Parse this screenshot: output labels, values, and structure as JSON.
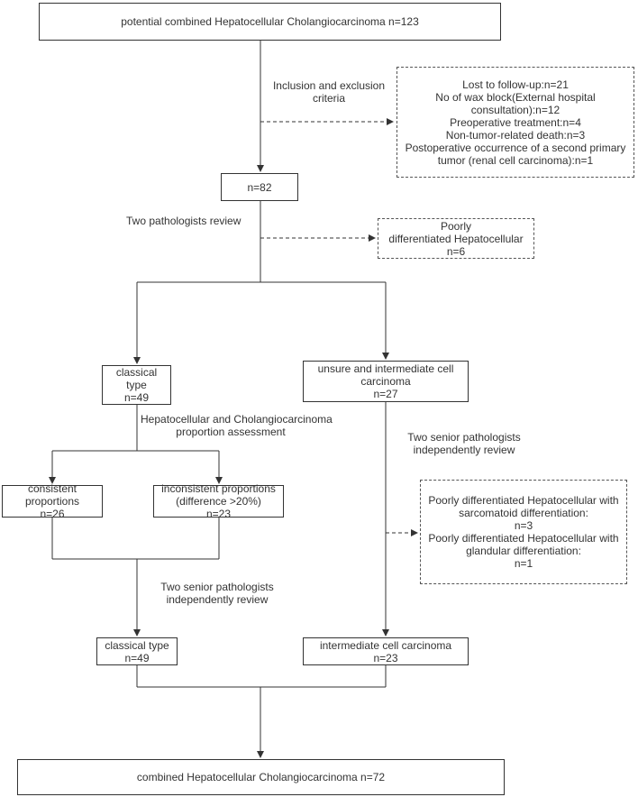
{
  "flowchart": {
    "top_box": "potential combined Hepatocellular Cholangiocarcinoma n=123",
    "inclusion_label": [
      "Inclusion and exclusion",
      "criteria"
    ],
    "exclusion_box": [
      "Lost to follow-up:n=21",
      "No of wax block(External hospital",
      "consultation):n=12",
      "Preoperative treatment:n=4",
      "Non-tumor-related death:n=3",
      "Postoperative occurrence of a second primary",
      "tumor (renal cell carcinoma):n=1"
    ],
    "n82_box": "n=82",
    "review_label": "Two pathologists  review",
    "poorly_box": [
      "Poorly",
      "differentiated Hepatocellular",
      "n=6"
    ],
    "classical_box": [
      "classical",
      "type",
      "n=49"
    ],
    "unsure_box": [
      "unsure and intermediate cell",
      "carcinoma",
      "n=27"
    ],
    "proportion_label": [
      "Hepatocellular and Cholangiocarcinoma",
      "proportion assessment"
    ],
    "senior_label_right": [
      "Two  senior  pathologists",
      "independently review"
    ],
    "consistent_box": [
      "consistent",
      "proportions",
      "n=26"
    ],
    "inconsistent_box": [
      "inconsistent proportions",
      "(difference >20%)",
      "n=23"
    ],
    "sarcomatoid_box": [
      "Poorly differentiated Hepatocellular with",
      "sarcomatoid differentiation:",
      "n=3",
      "Poorly differentiated Hepatocellular with",
      "glandular differentiation:",
      "n=1"
    ],
    "senior_label_left": [
      "Two  senior  pathologists",
      "independently review"
    ],
    "classical2_box": [
      "classical type",
      "n=49"
    ],
    "intermediate_box": [
      "intermediate cell carcinoma",
      "n=23"
    ],
    "final_box": "combined Hepatocellular Cholangiocarcinoma n=72"
  }
}
